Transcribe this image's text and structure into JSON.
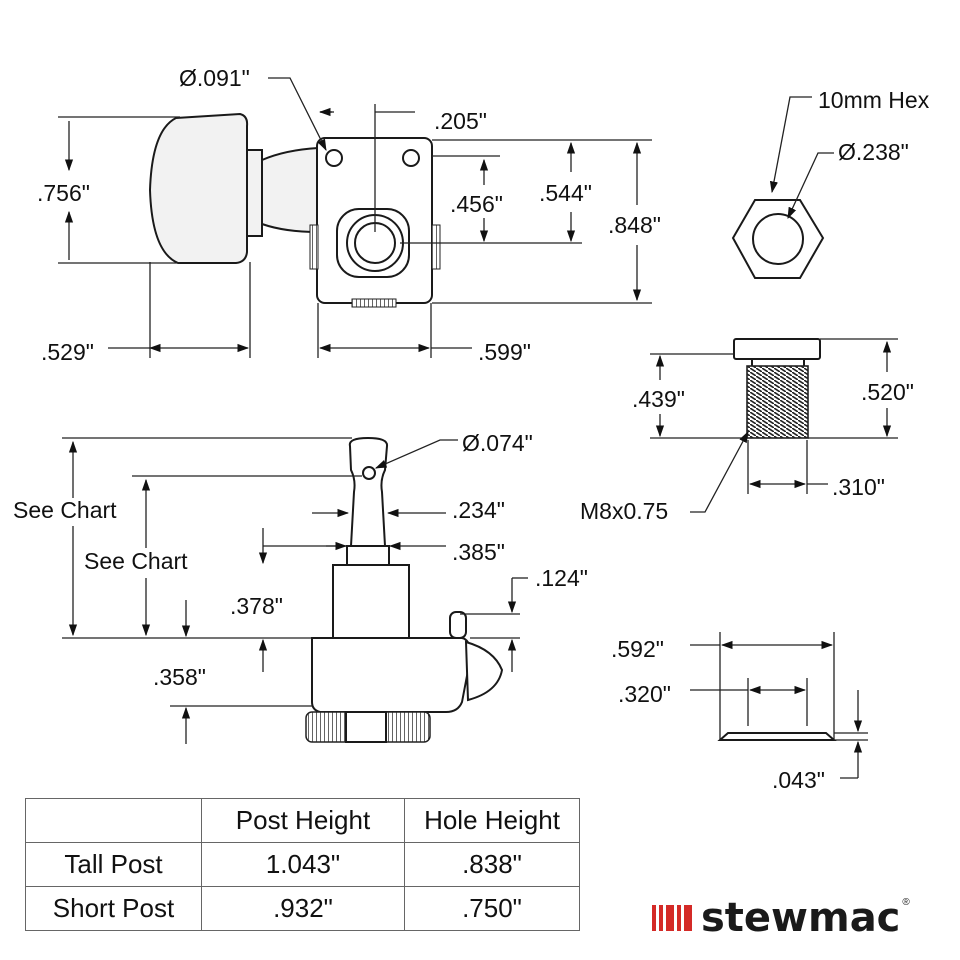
{
  "dimensions": {
    "hole_dia_091": "Ø.091\"",
    "d_205": ".205\"",
    "d_756": ".756\"",
    "d_456": ".456\"",
    "d_544": ".544\"",
    "d_848": ".848\"",
    "d_529": ".529\"",
    "d_599": ".599\"",
    "hex_10mm": "10mm Hex",
    "dia_238": "Ø.238\"",
    "d_439": ".439\"",
    "d_520": ".520\"",
    "d_310": ".310\"",
    "thread": "M8x0.75",
    "hole_dia_074": "Ø.074\"",
    "see_chart_1": "See Chart",
    "see_chart_2": "See Chart",
    "d_234": ".234\"",
    "d_385": ".385\"",
    "d_124": ".124\"",
    "d_378": ".378\"",
    "d_358": ".358\"",
    "d_592": ".592\"",
    "d_320": ".320\"",
    "d_043": ".043\""
  },
  "table": {
    "headers": [
      "",
      "Post Height",
      "Hole Height"
    ],
    "rows": [
      [
        "Tall Post",
        "1.043\"",
        ".838\""
      ],
      [
        "Short Post",
        ".932\"",
        ".750\""
      ]
    ]
  },
  "logo": {
    "text": "stewmac",
    "reg": "®",
    "color": "#d42a27"
  }
}
